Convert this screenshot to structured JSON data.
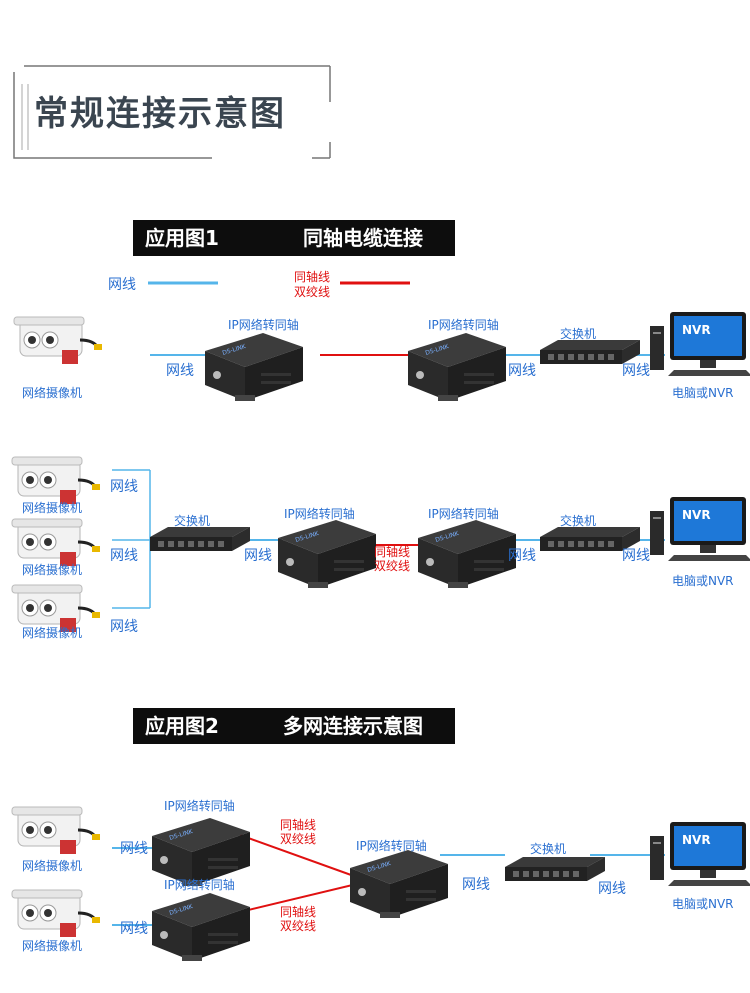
{
  "header": {
    "title": "常规连接示意图"
  },
  "app1": {
    "banner_left": "应用图1",
    "banner_right": "同轴电缆连接"
  },
  "app2": {
    "banner_left": "应用图2",
    "banner_right": "多网连接示意图"
  },
  "legend": {
    "net_label": "网线",
    "coax_label": "同轴线",
    "twisted_label": "双绞线",
    "net_color": "#55b5ea",
    "coax_color": "#e01010"
  },
  "labels": {
    "net": "网线",
    "camera": "网络摄像机",
    "converter": "IP网络转同轴",
    "switch": "交换机",
    "pc_nvr": "电脑或NVR",
    "coax": "同轴线",
    "twisted": "双绞线",
    "nvr_screen": "NVR",
    "device_brand": "DS-LINK"
  }
}
